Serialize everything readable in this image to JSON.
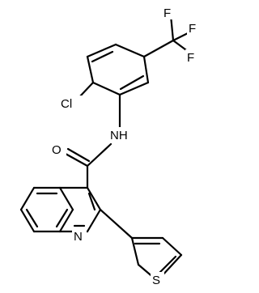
{
  "structure": {
    "atom_labels": {
      "F_top": "F",
      "F_right": "F",
      "F_low": "F",
      "Cl": "Cl",
      "NH": "NH",
      "O": "O",
      "N_quinoline": "N",
      "S": "S"
    }
  }
}
